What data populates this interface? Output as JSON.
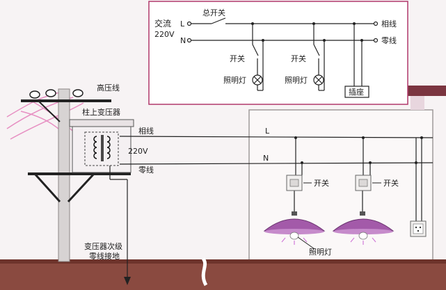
{
  "inset": {
    "source_label_line1": "交流",
    "source_label_line2": "220V",
    "main_switch": "总开关",
    "terminal_l": "L",
    "terminal_n": "N",
    "phase_line": "相线",
    "neutral_line": "零线",
    "switch_1": "开关",
    "switch_2": "开关",
    "lamp_1": "照明灯",
    "lamp_2": "照明灯",
    "socket": "插座"
  },
  "pole": {
    "high_voltage": "高压线",
    "transformer": "柱上变压器",
    "phase_line": "相线",
    "voltage": "220V",
    "neutral_line": "零线",
    "ground_line1": "变压器次级",
    "ground_line2": "零线接地"
  },
  "house": {
    "terminal_l": "L",
    "terminal_n": "N",
    "switch_1": "开关",
    "switch_2": "开关",
    "lamp": "照明灯"
  },
  "colors": {
    "lamp_shade": "#a35aa9",
    "ground": "#7a3f38",
    "roof": "#7b3540",
    "inset_border": "#b0386b",
    "wire_pink": "#e78fc2"
  }
}
